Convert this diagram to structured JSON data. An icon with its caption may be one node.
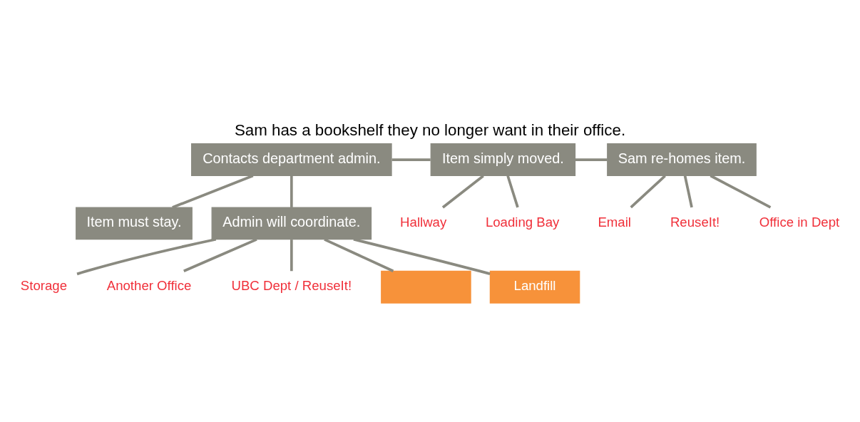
{
  "diagram": {
    "title": "Sam has a bookshelf they no longer want in their office.",
    "nodes": [
      {
        "text": [
          "Contacts department admin."
        ]
      },
      {
        "text": [
          "Item simply moved."
        ]
      },
      {
        "text": [
          "Sam re-homes item."
        ]
      },
      {
        "text": [
          "Item must stay."
        ]
      },
      {
        "text": [
          "Admin will coordinate."
        ]
      },
      {
        "text": [
          "Hallway"
        ]
      },
      {
        "text": [
          "Loading Bay"
        ]
      },
      {
        "text": [
          "Email"
        ]
      },
      {
        "text": [
          "ReuseIt!"
        ]
      },
      {
        "text": [
          "Office in Dept"
        ]
      },
      {
        "text": [
          "Storage"
        ]
      },
      {
        "text": [
          "Another Office"
        ]
      },
      {
        "text": [
          "UBC Dept / ReuseIt!"
        ]
      },
      {
        "text": [],
        "shape": "box"
      },
      {
        "text": [
          "Landfill"
        ]
      }
    ],
    "edges": [
      {
        "from": 0,
        "to": 1,
        "arrow": "none"
      },
      {
        "from": 1,
        "to": 2,
        "arrow": "none"
      },
      {
        "from": 0,
        "to": 3,
        "arrow": "none"
      },
      {
        "from": 0,
        "to": 4,
        "arrow": "none"
      },
      {
        "from": 1,
        "to": 5,
        "arrow": "none"
      },
      {
        "from": 1,
        "to": 6,
        "arrow": "none"
      },
      {
        "from": 2,
        "to": 7,
        "arrow": "none"
      },
      {
        "from": 2,
        "to": 8,
        "arrow": "none"
      },
      {
        "from": 2,
        "to": 9,
        "arrow": "none"
      },
      {
        "from": 4,
        "to": 10,
        "arrow": "none"
      },
      {
        "from": 4,
        "to": 11,
        "arrow": "none"
      },
      {
        "from": 4,
        "to": 12,
        "arrow": "none"
      },
      {
        "from": 4,
        "to": 13,
        "arrow": "none"
      },
      {
        "from": 4,
        "to": 14,
        "arrow": "none"
      }
    ]
  }
}
